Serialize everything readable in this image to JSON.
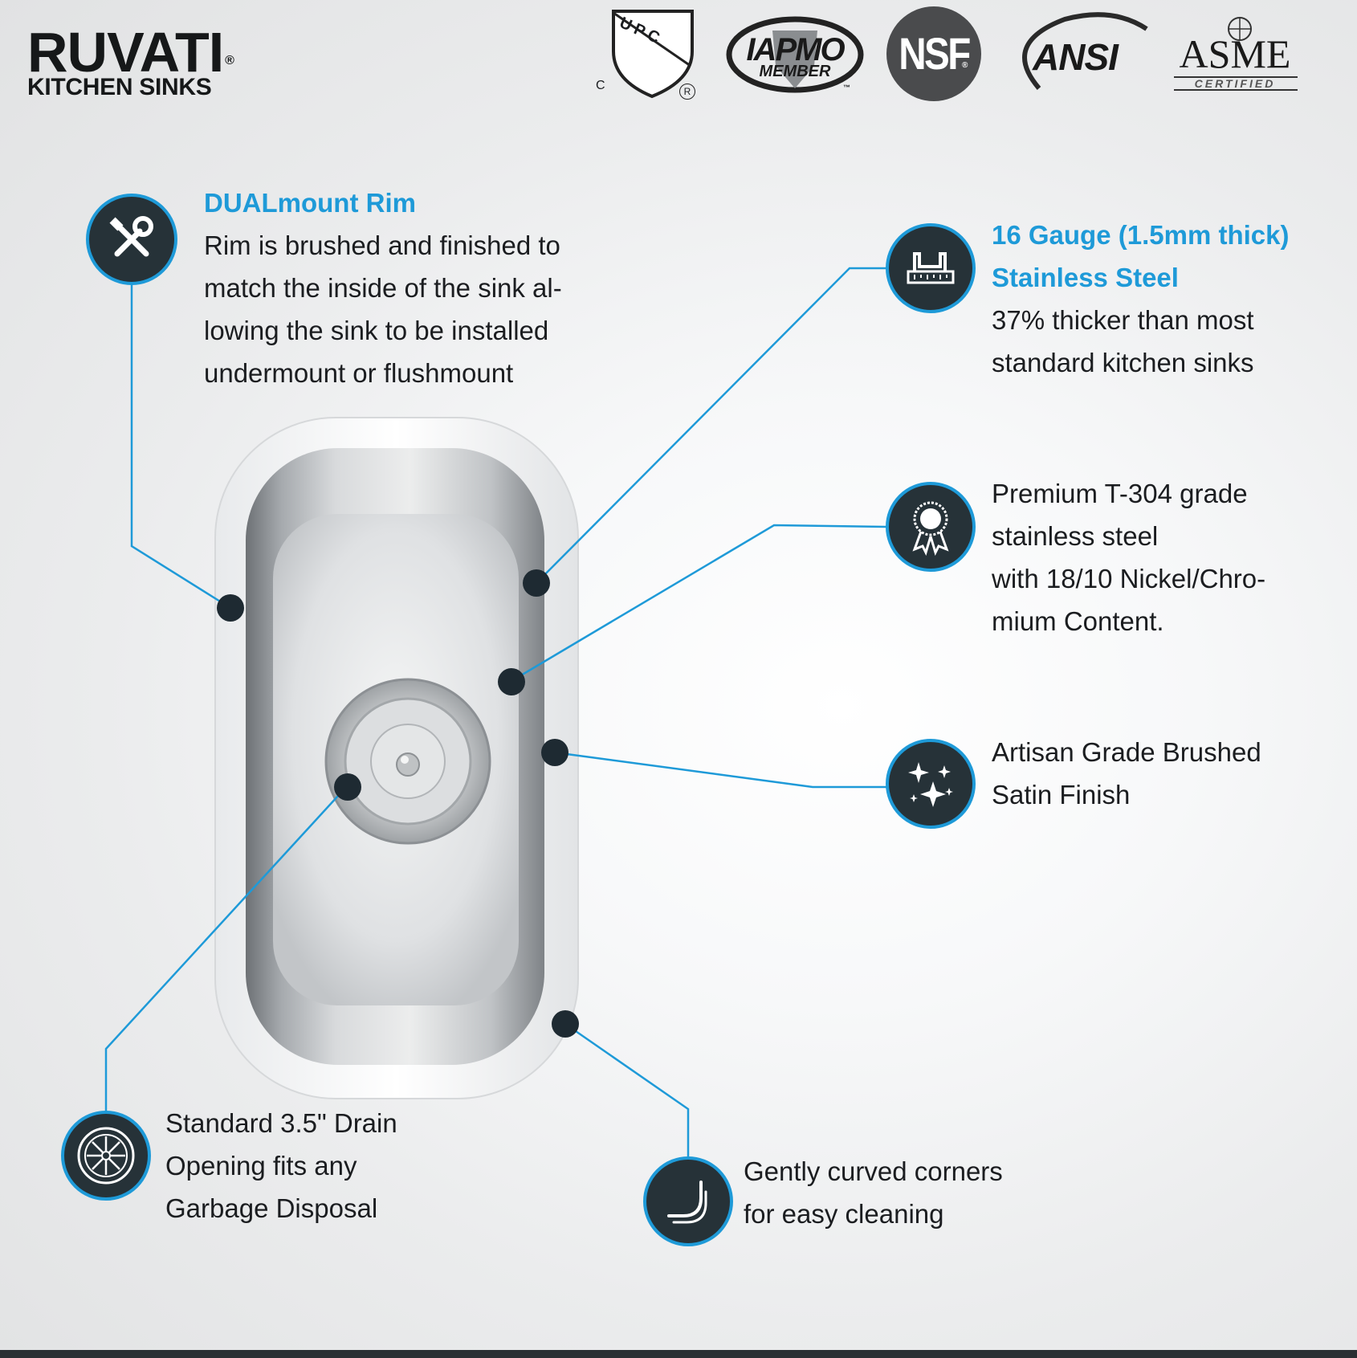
{
  "brand": {
    "name": "RUVATI",
    "registered": "®",
    "tagline": "KITCHEN SINKS"
  },
  "certifications": [
    {
      "name": "UPC",
      "label": "UPC",
      "sub_c": "C",
      "sub_r": "R"
    },
    {
      "name": "IAPMO",
      "label": "IAPMO",
      "sub": "MEMBER",
      "tm": "™"
    },
    {
      "name": "NSF",
      "label": "NSF",
      "reg": "®"
    },
    {
      "name": "ANSI",
      "label": "ANSI"
    },
    {
      "name": "ASME",
      "label": "ASME",
      "sub": "CERTIFIED"
    }
  ],
  "features": [
    {
      "id": "dualmount",
      "icon": "tools-icon",
      "title": "DUALmount Rim",
      "lines": [
        "Rim is brushed and finished to",
        "match the inside of the sink al-",
        "lowing the sink to be installed",
        "undermount or flushmount"
      ]
    },
    {
      "id": "gauge",
      "icon": "ruler-gauge-icon",
      "title_lines": [
        "16 Gauge (1.5mm thick)",
        "Stainless Steel"
      ],
      "lines": [
        "37% thicker than most",
        "standard kitchen sinks"
      ]
    },
    {
      "id": "t304",
      "icon": "award-ribbon-icon",
      "lines": [
        "Premium T-304 grade",
        "stainless steel",
        "with 18/10 Nickel/Chro-",
        "mium Content."
      ]
    },
    {
      "id": "finish",
      "icon": "sparkles-icon",
      "lines": [
        "Artisan Grade Brushed",
        "Satin Finish"
      ]
    },
    {
      "id": "drain",
      "icon": "drain-icon",
      "lines": [
        "Standard 3.5\" Drain",
        "Opening fits any",
        "Garbage Disposal"
      ]
    },
    {
      "id": "corners",
      "icon": "curved-corner-icon",
      "lines": [
        "Gently curved corners",
        "for easy cleaning"
      ]
    }
  ],
  "colors": {
    "accent": "#1e9ad8",
    "icon_bg": "#263238",
    "text": "#1b1d20"
  }
}
